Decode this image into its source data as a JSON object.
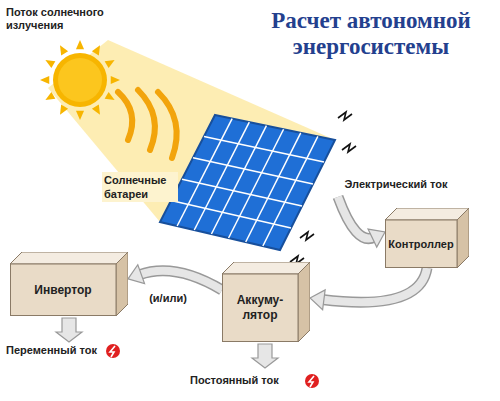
{
  "diagram": {
    "title": "Расчет автономной энергосистемы",
    "nodes": [
      {
        "text": [
          "Солнечные батареи"
        ]
      },
      {
        "text": [
          "Контроллер"
        ]
      },
      {
        "text": [
          "Аккуму- лятор"
        ]
      },
      {
        "text": [
          "Инвертор"
        ]
      }
    ],
    "edges": [
      {
        "from": 0,
        "to": 1,
        "label": "Электрический ток",
        "arrow": "to"
      },
      {
        "from": 1,
        "to": 2,
        "arrow": "to"
      },
      {
        "from": 2,
        "to": 3,
        "label": "(и/или)",
        "arrow": "to"
      }
    ],
    "labels": [
      "Поток солнечного излучения",
      "Переменный ток",
      "Постоянный ток"
    ]
  }
}
